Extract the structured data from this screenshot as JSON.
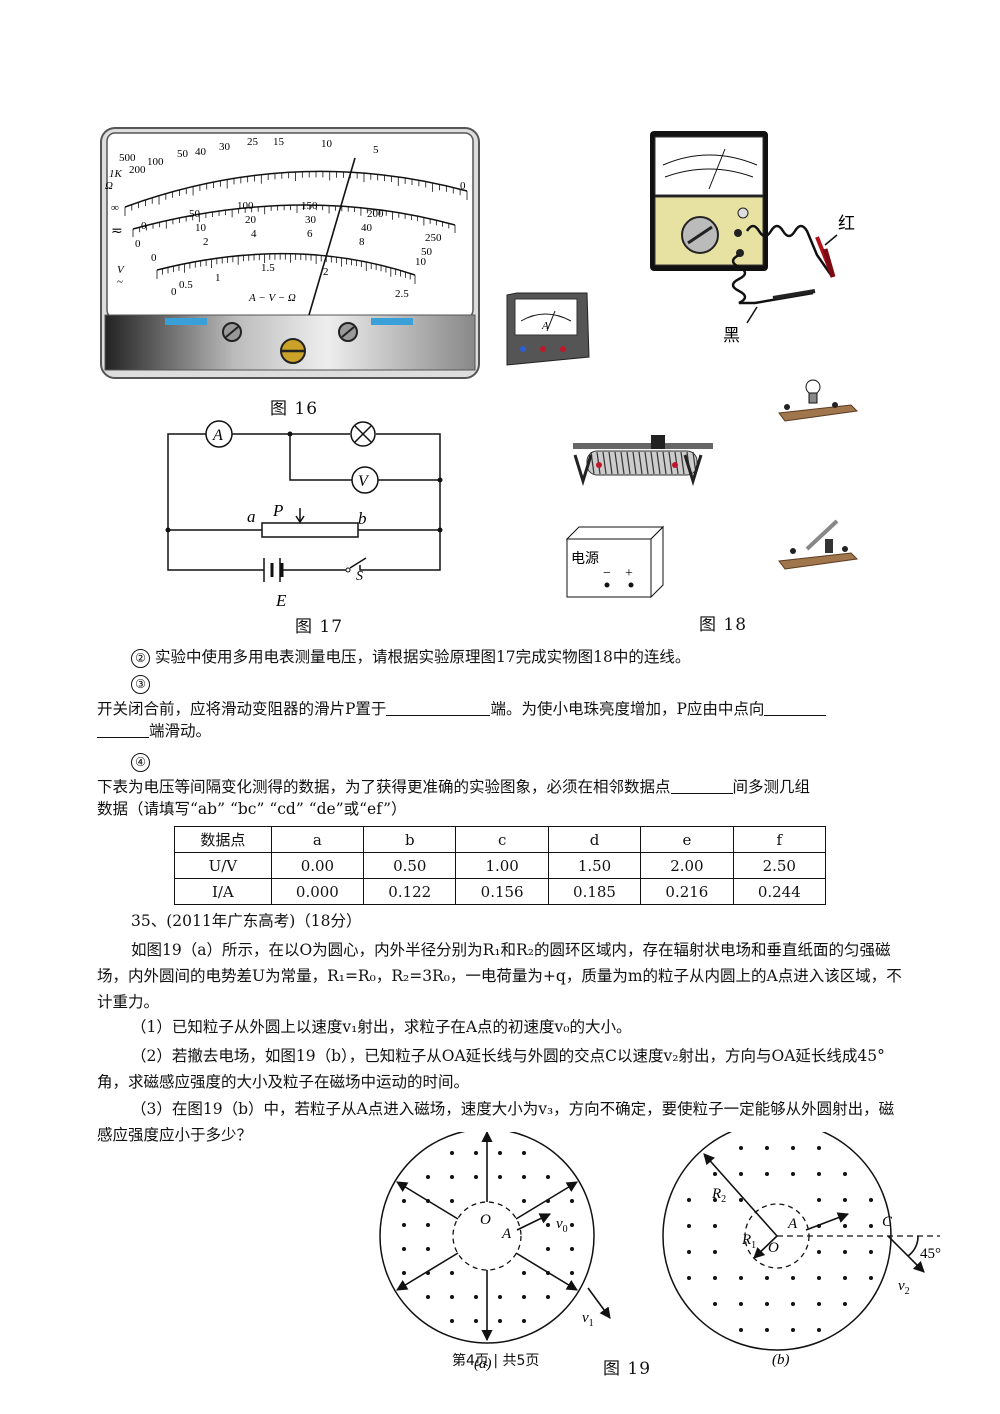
{
  "figures": {
    "fig16": {
      "caption": "图 16",
      "scale_resistance": [
        "∞",
        "1K",
        "500",
        "200",
        "100",
        "50",
        "40",
        "30",
        "25",
        "15",
        "10",
        "5",
        "0"
      ],
      "scale_dc": [
        "0",
        "50",
        "100",
        "150",
        "200",
        "250"
      ],
      "scale_dc2": [
        "0",
        "10",
        "20",
        "30",
        "40",
        "50"
      ],
      "scale_dc3": [
        "0",
        "2",
        "4",
        "6",
        "8",
        "10"
      ],
      "scale_ac": [
        "0",
        "0.5",
        "1",
        "1.5",
        "2",
        "2.5"
      ],
      "symbol_ohm": "Ω",
      "symbol_dc": "≂",
      "symbol_v": "V",
      "symbol_ac": "~",
      "unit_label": "A − V − Ω"
    },
    "fig17": {
      "caption": "图 17",
      "ammeter": "A",
      "voltmeter": "V",
      "label_a": "a",
      "label_b": "b",
      "label_p": "P",
      "label_e": "E",
      "label_s": "S"
    },
    "fig18": {
      "caption": "图 18",
      "red_label": "红",
      "black_label": "黑",
      "power_label": "电源",
      "minus": "−",
      "plus": "+",
      "ammeter": "A"
    },
    "fig19": {
      "caption": "图 19",
      "label_a_sub": "(a)",
      "label_b_sub": "(b)",
      "O": "O",
      "A": "A",
      "C": "C",
      "v0": "v",
      "v0_sub": "0",
      "v1": "v",
      "v1_sub": "1",
      "v2": "v",
      "v2_sub": "2",
      "R1": "R",
      "R1_sub": "1",
      "R2": "R",
      "R2_sub": "2",
      "angle": "45°"
    }
  },
  "questions": {
    "q2_num": "②",
    "q2_text": "实验中使用多用电表测量电压，请根据实验原理图17完成实物图18中的连线。",
    "q3_num": "③",
    "q3_text_a": "开关闭合前，应将滑动变阻器的滑片P置于",
    "q3_text_b": "端。为使小电珠亮度增加，P应由中点向",
    "q3_text_c": "端滑动。",
    "q4_num": "④",
    "q4_text_a": "下表为电压等间隔变化测得的数据，为了获得更准确的实验图象，必须在相邻数据点",
    "q4_text_b": "间多测几组",
    "q4_text_c": "数据（请填写“ab” “bc” “cd” “de”或“ef”）"
  },
  "table": {
    "header": [
      "数据点",
      "a",
      "b",
      "c",
      "d",
      "e",
      "f"
    ],
    "rows": [
      [
        "U/V",
        "0.00",
        "0.50",
        "1.00",
        "1.50",
        "2.00",
        "2.50"
      ],
      [
        "I/A",
        "0.000",
        "0.122",
        "0.156",
        "0.185",
        "0.216",
        "0.244"
      ]
    ]
  },
  "problem35": {
    "title": "35、(2011年广东高考)（18分）",
    "intro": "如图19（a）所示，在以O为圆心，内外半径分别为R₁和R₂的圆环区域内，存在辐射状电场和垂直纸面的匀强磁场，内外圆间的电势差U为常量，R₁=R₀，R₂=3R₀，一电荷量为+q，质量为m的粒子从内圆上的A点进入该区域，不计重力。",
    "q1": "（1）已知粒子从外圆上以速度v₁射出，求粒子在A点的初速度v₀的大小。",
    "q2": "（2）若撤去电场，如图19（b），已知粒子从OA延长线与外圆的交点C以速度v₂射出，方向与OA延长线成45°角，求磁感应强度的大小及粒子在磁场中运动的时间。",
    "q3": "（3）在图19（b）中，若粒子从A点进入磁场，速度大小为v₃，方向不确定，要使粒子一定能够从外圆射出，磁感应强度应小于多少？"
  },
  "footer": {
    "page": "第4页 | 共5页"
  }
}
